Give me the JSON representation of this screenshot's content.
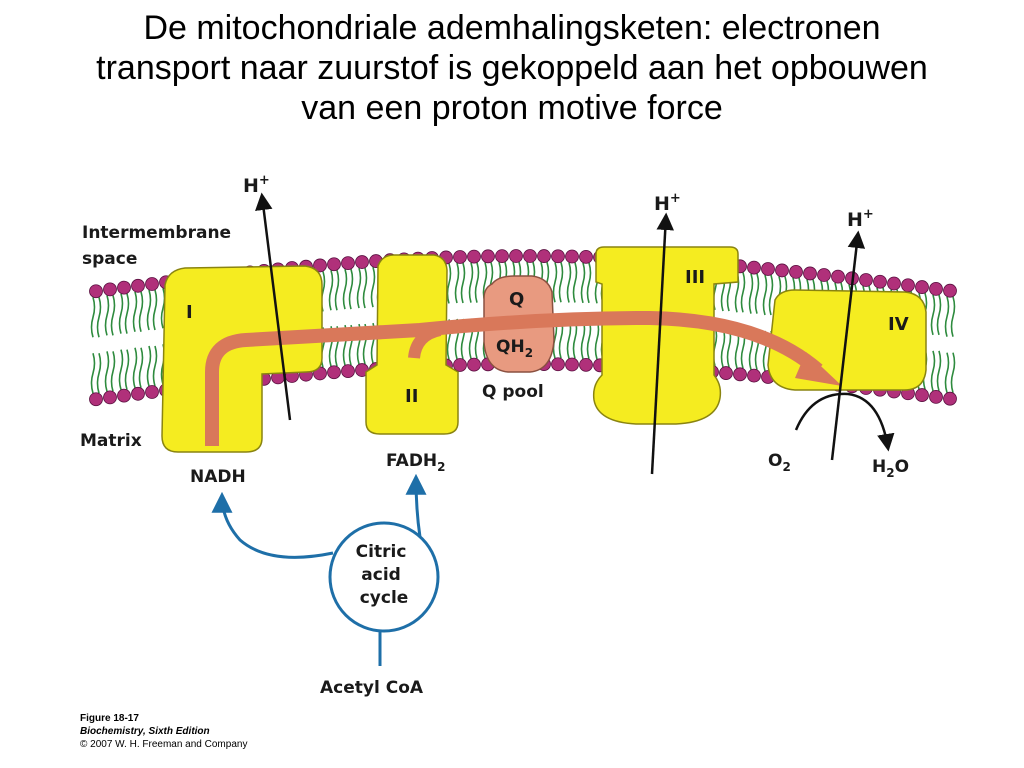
{
  "title": {
    "line1": "De mitochondriale ademhalingsketen: electronen",
    "line2": "transport naar zuurstof is gekoppeld aan het opbouwen",
    "line3": "van een proton motive force"
  },
  "regions": {
    "intermembrane_line1": "Intermembrane",
    "intermembrane_line2": "space",
    "matrix": "Matrix"
  },
  "complexes": {
    "c1": "I",
    "c2": "II",
    "c3": "III",
    "c4": "IV"
  },
  "quinone": {
    "q": "Q",
    "qh2_base": "QH",
    "qh2_sub": "2",
    "pool": "Q pool"
  },
  "protons": {
    "base": "H",
    "sup": "+"
  },
  "substrates": {
    "nadh": "NADH",
    "fadh2_base": "FADH",
    "fadh2_sub": "2",
    "o2_base": "O",
    "o2_sub": "2",
    "h2o_h": "H",
    "h2o_sub": "2",
    "h2o_o": "O",
    "acetyl_coa": "Acetyl CoA"
  },
  "citric_cycle": {
    "line1": "Citric",
    "line2": "acid",
    "line3": "cycle"
  },
  "caption": {
    "figure": "Figure 18-17",
    "book": "Biochemistry, Sixth Edition",
    "copyright": "© 2007 W. H. Freeman and Company"
  },
  "colors": {
    "complex_fill": "#f5ec20",
    "complex_stroke": "#8a8410",
    "quinone_fill": "#e89a80",
    "electron_arrow": "#d9785a",
    "lipid_head": "#b0307a",
    "lipid_tail": "#2e8b3e",
    "cycle_arrow": "#1e6fa8"
  }
}
